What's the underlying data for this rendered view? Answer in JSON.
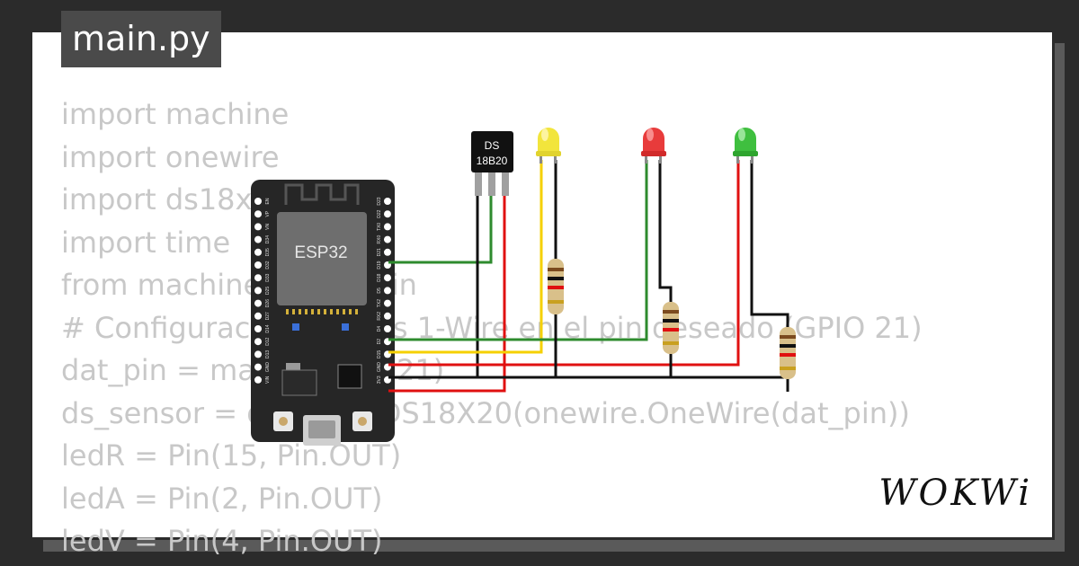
{
  "file_tab": {
    "label": "main.py"
  },
  "code_lines": [
    "import machine",
    "import onewire",
    "import ds18x20",
    "import time",
    "from machine import Pin",
    "# Configuración del bus 1-Wire en el pin deseado (GPIO 21)",
    "dat_pin = machine.Pin(21)",
    "ds_sensor = ds18x20.DS18X20(onewire.OneWire(dat_pin))",
    "ledR = Pin(15, Pin.OUT)",
    "ledA = Pin(2, Pin.OUT)",
    "ledV = Pin(4, Pin.OUT)"
  ],
  "board": {
    "label": "ESP32",
    "left_pins": [
      "EN",
      "VP",
      "VN",
      "D34",
      "D35",
      "D32",
      "D33",
      "D25",
      "D26",
      "D27",
      "D14",
      "D12",
      "D13",
      "GND",
      "VIN"
    ],
    "right_pins": [
      "D23",
      "D22",
      "TX0",
      "RX0",
      "D21",
      "D19",
      "D18",
      "D5",
      "TX2",
      "RX2",
      "D4",
      "D2",
      "D15",
      "GND",
      "3V3"
    ]
  },
  "sensor": {
    "line1": "DS",
    "line2": "18B20"
  },
  "logo": {
    "text": "WOKWi"
  },
  "colors": {
    "wire_green": "#2e8b2e",
    "wire_yellow": "#f5d000",
    "wire_red": "#e01010",
    "wire_black": "#111111",
    "led_yellow": "#f2e53c",
    "led_red": "#e83b3b",
    "led_green": "#3fbf3f"
  }
}
